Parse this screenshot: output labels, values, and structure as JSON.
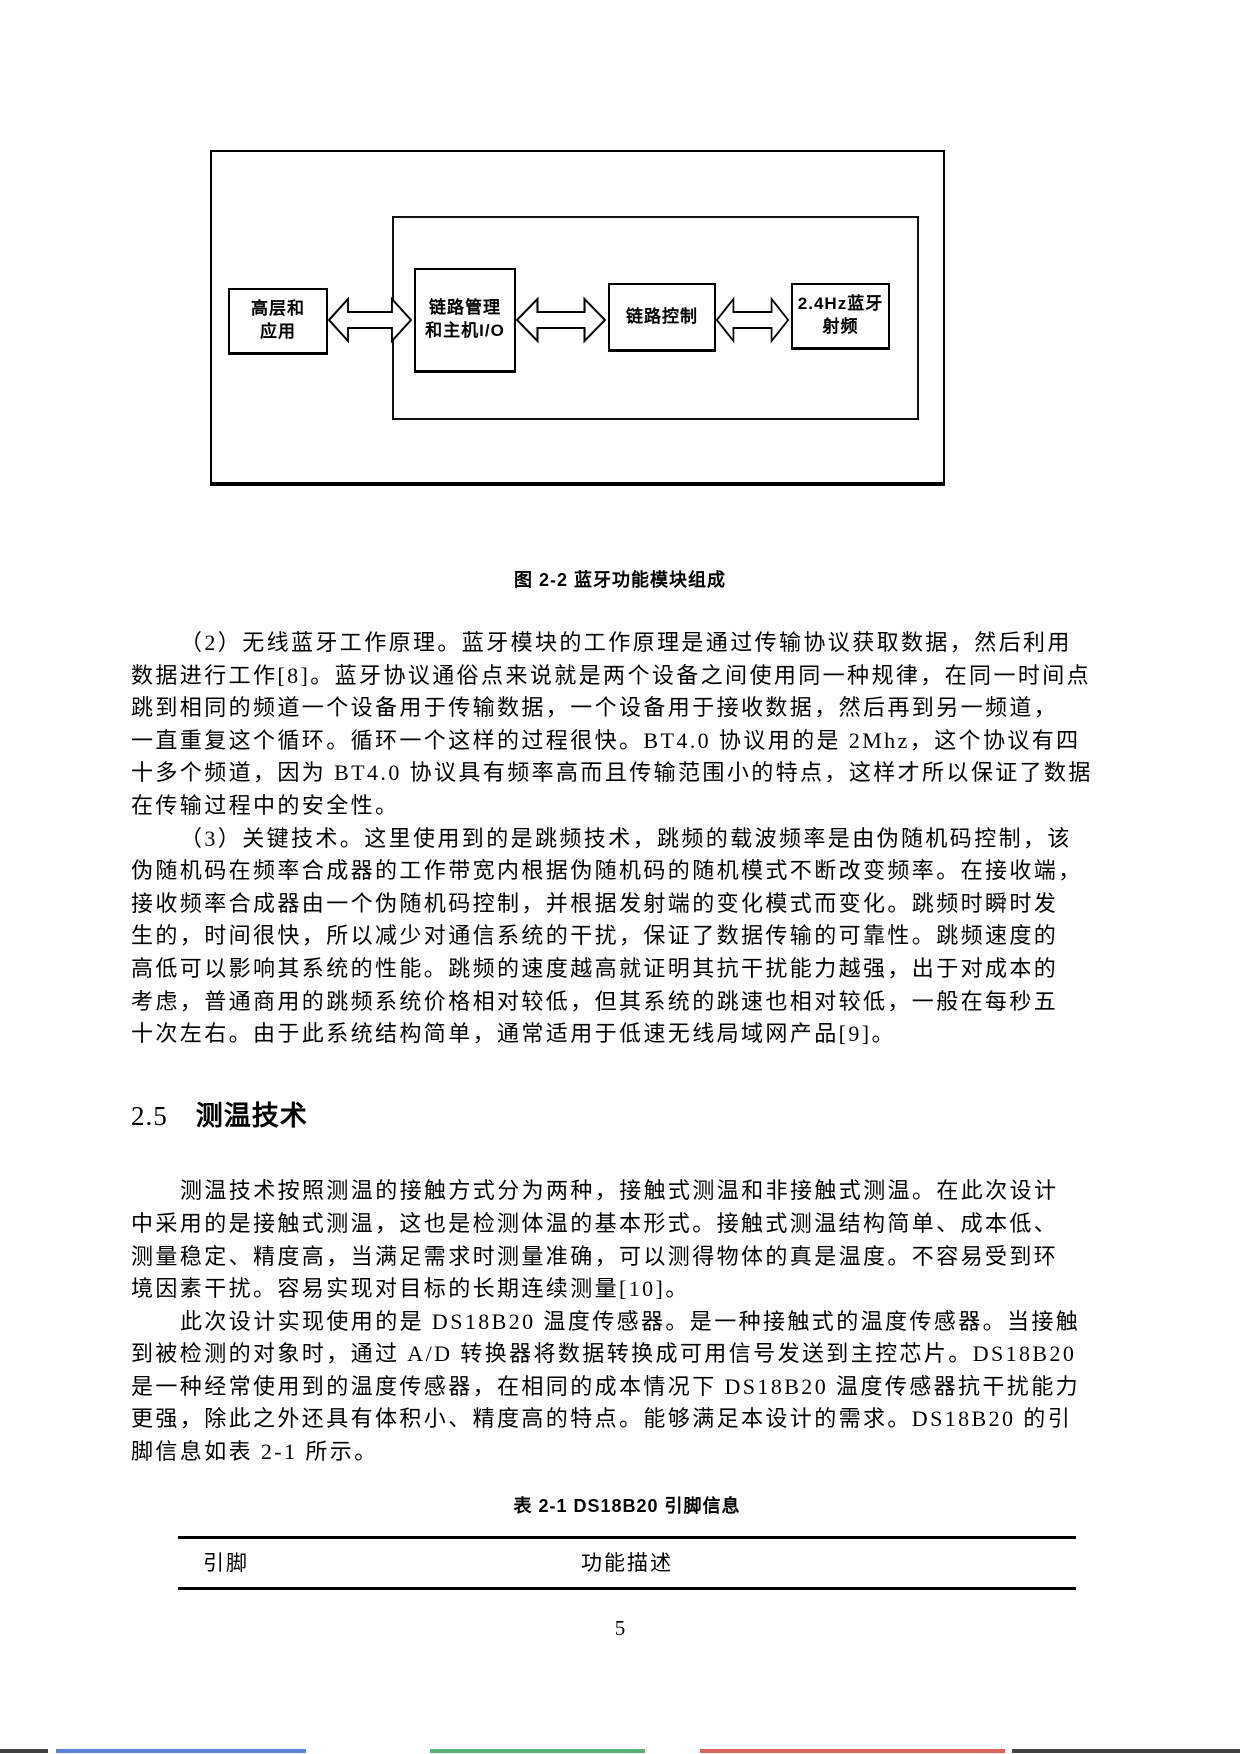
{
  "figure": {
    "caption": "图 2-2  蓝牙功能模块组成",
    "boxes": [
      {
        "lines": [
          "高层和",
          "应用"
        ]
      },
      {
        "lines": [
          "链路管理",
          "和主机I/O"
        ]
      },
      {
        "lines": [
          "链路控制"
        ]
      },
      {
        "lines": [
          "2.4Hz蓝牙",
          "射频"
        ]
      }
    ]
  },
  "paragraphs": {
    "p2": "（2）无线蓝牙工作原理。蓝牙模块的工作原理是通过传输协议获取数据，然后利用\n数据进行工作[8]。蓝牙协议通俗点来说就是两个设备之间使用同一种规律，在同一时间点\n跳到相同的频道一个设备用于传输数据，一个设备用于接收数据，然后再到另一频道，\n一直重复这个循环。循环一个这样的过程很快。BT4.0 协议用的是 2Mhz，这个协议有四\n十多个频道，因为 BT4.0 协议具有频率高而且传输范围小的特点，这样才所以保证了数据\n在传输过程中的安全性。",
    "p3": "（3）关键技术。这里使用到的是跳频技术，跳频的载波频率是由伪随机码控制，该\n伪随机码在频率合成器的工作带宽内根据伪随机码的随机模式不断改变频率。在接收端，\n接收频率合成器由一个伪随机码控制，并根据发射端的变化模式而变化。跳频时瞬时发\n生的，时间很快，所以减少对通信系统的干扰，保证了数据传输的可靠性。跳频速度的\n高低可以影响其系统的性能。跳频的速度越高就证明其抗干扰能力越强，出于对成本的\n考虑，普通商用的跳频系统价格相对较低，但其系统的跳速也相对较低，一般在每秒五\n十次左右。由于此系统结构简单，通常适用于低速无线局域网产品[9]。"
  },
  "section": {
    "number": "2.5",
    "title": "测温技术",
    "p1": "测温技术按照测温的接触方式分为两种，接触式测温和非接触式测温。在此次设计\n中采用的是接触式测温，这也是检测体温的基本形式。接触式测温结构简单、成本低、\n测量稳定、精度高，当满足需求时测量准确，可以测得物体的真是温度。不容易受到环\n境因素干扰。容易实现对目标的长期连续测量[10]。",
    "p2": "此次设计实现使用的是 DS18B20 温度传感器。是一种接触式的温度传感器。当接触\n到被检测的对象时，通过 A/D 转换器将数据转换成可用信号发送到主控芯片。DS18B20\n是一种经常使用到的温度传感器，在相同的成本情况下 DS18B20 温度传感器抗干扰能力\n更强，除此之外还具有体积小、精度高的特点。能够满足本设计的需求。DS18B20 的引\n脚信息如表 2-1 所示。"
  },
  "table": {
    "caption": "表 2-1  DS18B20 引脚信息",
    "headers": [
      "引脚",
      "功能描述"
    ]
  },
  "page_number": "5",
  "colors": {
    "ink": "#000000",
    "mark_blue": "#3b6fd4",
    "mark_green": "#3aa65a",
    "mark_red": "#d44b3b"
  }
}
